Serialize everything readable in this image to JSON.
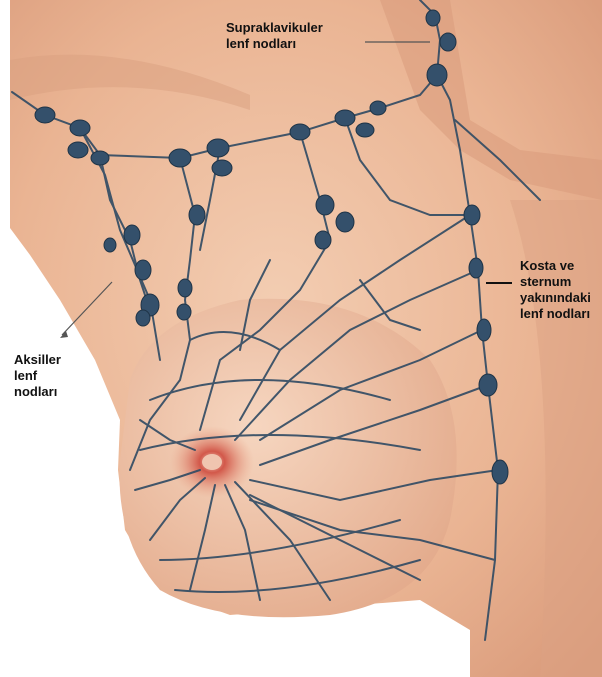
{
  "labels": {
    "supraclavicular": "Supraklavikuler\nlenf nodları",
    "axillary": "Aksiller\nlenf\nnodları",
    "costal_sternal": "Kosta ve\nsternum\nyakınındaki\nlenf nodları"
  },
  "colors": {
    "skin_light": "#f1c6aa",
    "skin_mid": "#e4a987",
    "skin_shadow": "#c98e70",
    "lymph_vessel": "#2f4a63",
    "lymph_node": "#34506b",
    "nipple": "#c0483a",
    "background": "#ffffff"
  }
}
